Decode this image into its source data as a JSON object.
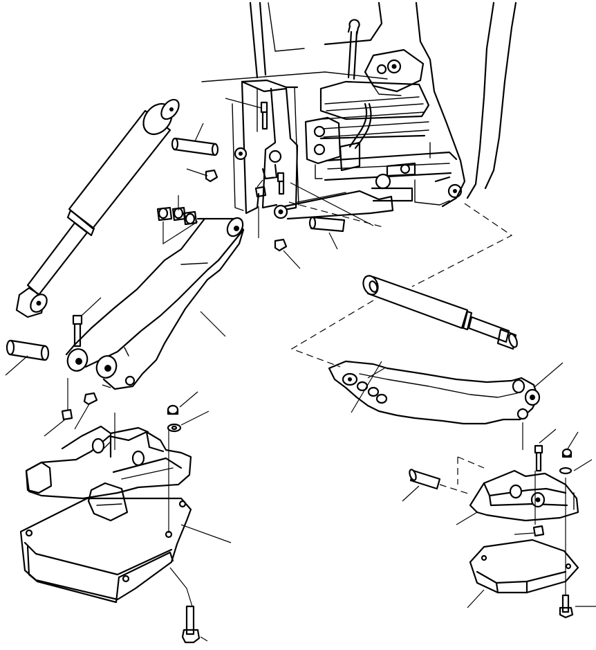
{
  "figure": {
    "kind": "exploded-parts-illustration",
    "line_color": "#000000",
    "background": "#ffffff",
    "parts": [
      "frame-bracket",
      "hydraulic-cylinder-left",
      "hydraulic-cylinder-right",
      "loader-arm-left",
      "loader-arm-right",
      "pin-left",
      "pin-upper",
      "pin-lower-right",
      "pin-bottom-right",
      "mount-bracket-left",
      "mount-bracket-right",
      "base-plate-left",
      "base-plate-right",
      "bolt",
      "nut",
      "washer",
      "bushing"
    ]
  }
}
